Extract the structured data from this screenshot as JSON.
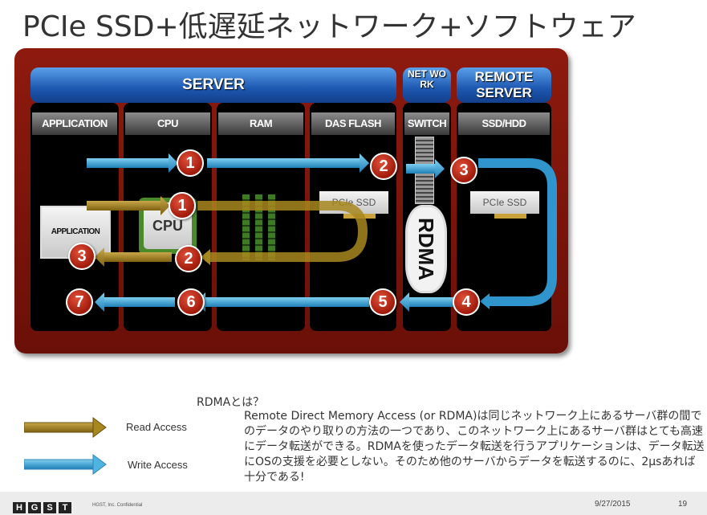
{
  "title": "PCIe SSD+低遅延ネットワーク+ソフトウェア",
  "headers": {
    "server": "SERVER",
    "network": "NET WO RK",
    "remote": "REMOTE SERVER"
  },
  "columns": [
    "APPLICATION",
    "CPU",
    "RAM",
    "DAS FLASH",
    "SWITCH",
    "SSD/HDD"
  ],
  "cards": {
    "application": "APPLICATION",
    "cpu": "CPU",
    "pcie_left": "PCIe SSD",
    "pcie_right": "PCIe SSD",
    "rdma": "RDMA"
  },
  "badges": {
    "w1": "1",
    "w2": "2",
    "w3": "3",
    "w4": "4",
    "w5": "5",
    "w6": "6",
    "w7": "7",
    "r1": "1",
    "r2": "2",
    "r3": "3"
  },
  "legend": {
    "read": "Read Access",
    "write": "Write Access"
  },
  "rdma_question": "RDMAとは？",
  "description": "Remote Direct Memory Access (or RDMA)は同じネットワーク上にあるサーバ群の間でのデータのやり取りの方法の一つであり、このネットワーク上にあるサーバ群はとても高速にデータ転送ができる。RDMAを使ったデータ転送を行うアプリケーションは、データ転送にOSの支援を必要としない。そのため他のサーバからデータを転送するのに、2μsあれば十分である!",
  "footer": {
    "logo": [
      "H",
      "G",
      "S",
      "T"
    ],
    "confidential": "HGST, Inc. Confidential",
    "date": "9/27/2015",
    "page": "19"
  },
  "colors": {
    "read_arrow": "#a8871f",
    "write_arrow": "#3aa6d8",
    "frame": "#7d150b",
    "header_blue": "#1d57b0"
  }
}
